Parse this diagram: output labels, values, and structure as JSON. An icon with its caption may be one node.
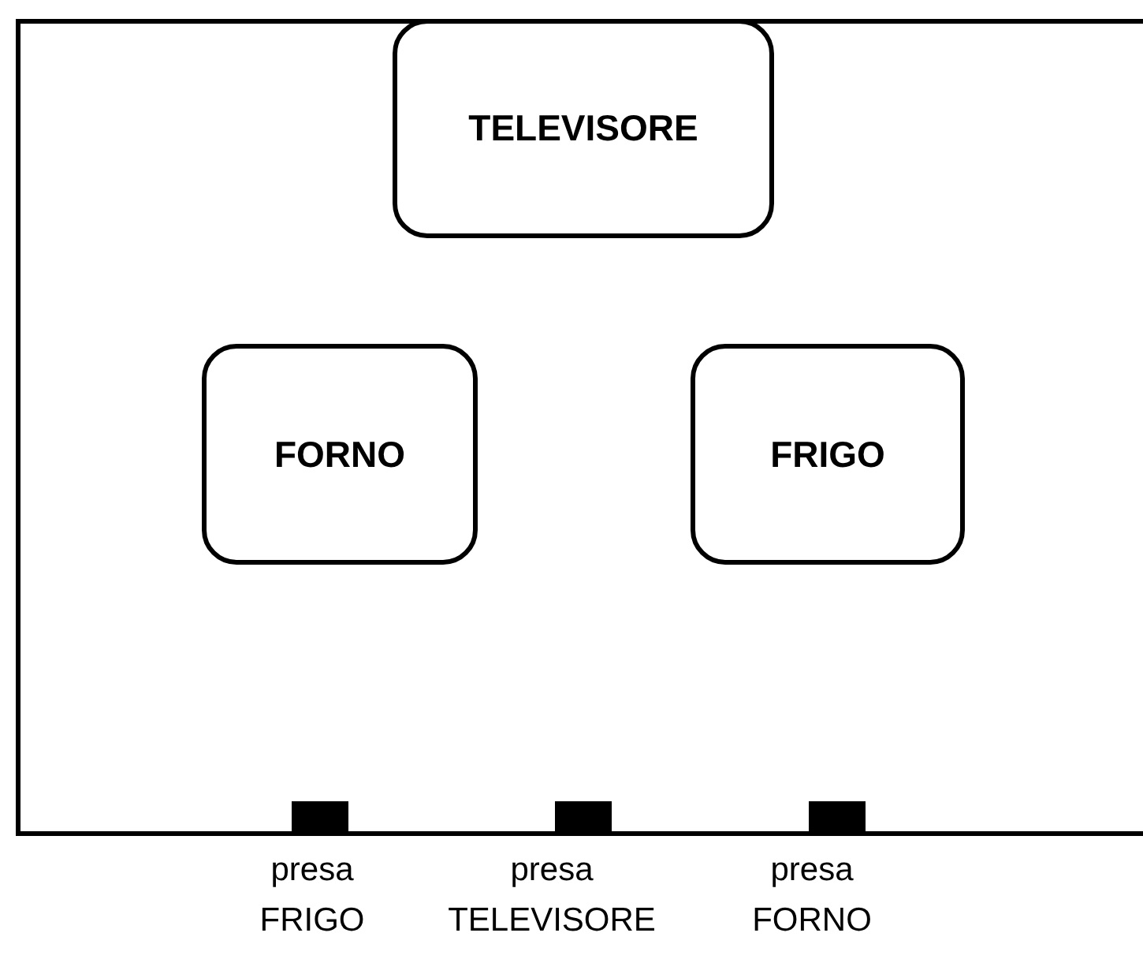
{
  "diagram": {
    "nodes": [
      {
        "text": [],
        "shape": "box"
      },
      {
        "text": [
          "TELEVISORE"
        ],
        "in": 0
      },
      {
        "text": [
          "FORNO"
        ],
        "in": 0
      },
      {
        "text": [
          "FRIGO"
        ],
        "in": 0
      },
      {
        "text": [],
        "shape": "bar",
        "in": 0,
        "beside": [
          "presa FRIGO"
        ]
      },
      {
        "text": [],
        "shape": "bar",
        "in": 0,
        "beside": [
          "presa TELEVISORE"
        ]
      },
      {
        "text": [],
        "shape": "bar",
        "in": 0,
        "beside": [
          "presa FORNO"
        ]
      }
    ]
  }
}
